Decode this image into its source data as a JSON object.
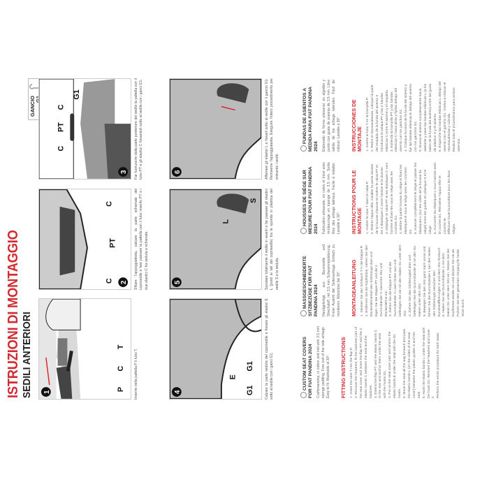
{
  "header": {
    "title": "ISTRUZIONI DI MONTAGGIO",
    "subtitle": "SEDILI ANTERIORI",
    "hook_label_1": "GANCIO",
    "hook_label_2": "G1"
  },
  "colors": {
    "accent": "#d42a31",
    "text": "#222222"
  },
  "panels": [
    {
      "number": "1",
      "labels": [
        "T",
        "C",
        "P"
      ],
      "caption": "Inserire nella pattella P il tubo T."
    },
    {
      "number": "2",
      "labels": [
        "C",
        "PT",
        "C"
      ],
      "caption": "Sfilare l'appoggiatesta, calzare la parte schienale del coprisedile e fare passare la pattella con il tubo inserito PT e i due elastici C tra seduta e schienale."
    },
    {
      "number": "3",
      "labels": [
        "C",
        "PT",
        "C",
        "G1"
      ],
      "caption": "Far fuoriuscire dalla parte posteriore del sedile la pattella con il tubo PT e gli elastici C fissandoli sotto al sedile con i ganci G1."
    },
    {
      "number": "4",
      "labels": [
        "E",
        "G1",
        "G1"
      ],
      "caption": "Calzare la parte seduta del coprisedile e fissare gli elastici E sotto al sedile con i ganci G1."
    },
    {
      "number": "5",
      "labels": [
        "S",
        "L"
      ],
      "caption": "Spostare totalmente il sedile in avanti e far passare gli elastici L (posti ai lati del coprisedile) tra le sponde in plastica del sedile S e la seduta."
    },
    {
      "number": "6",
      "labels": [],
      "caption": "Afferrare gli elastici L e fissarli sotto al sedile con il gancio G1. Reinserire l'appoggiatesta. Eseguire l'intero procedimento per entrambi i sedili."
    }
  ],
  "languages": [
    {
      "flag": "uk-flag",
      "heading": "CUSTOM SEAT COVERS FOR FIAT PANDINA 2024",
      "intro": "Craftsmanship, in cotton and knit with 3.5 mm sponge padding. Free exit of the side airbags. Easy to fit. Washable at 30°.",
      "instructions_title": "FITTING INSTRUCTIONS",
      "steps": [
        "1. Insert the tube T into the flap P.",
        "2. Remove the headrest, fit the backrest part of the seat cover and insert the flap PT and the 2 elastic bands C between the seat and the backrest.",
        "3. Extend the flap PT and the elastic bands C to the rear and anchor them under the seat with the hooks G1.",
        "4. Put on the seat cover part and anchor the elastic bands E under the seat with the G1 hooks.",
        "5. Move the seat all the way forward and pass the elastic bands L (on the sides of the seat cover) between the plastic guides S and the seat.",
        "6. Hook the elastic bands L under the seat with the hook G1. Reinsert the headrest and cover it.",
        "Perform the entire procedure for both seats."
      ]
    },
    {
      "flag": "de-flag",
      "heading": "MASSGESCHNEIDERTE SITZBEZÜGE FÜR FIAT PANDINA 2024",
      "intro": "Handgefertigt, aus Baumwolle und Strechstoff, mit 3,5 mm Schwammpolsterung. Freier Austritt der Seitenairbags. Einfach zu montieren. Waschbar bei 30°.",
      "instructions_title": "MONTAGEANLEITUNG",
      "steps": [
        "1. Stecken Sie den Schlauch T in die Klappe P.",
        "2. Entfernen Sie die Kopfstütze, ziehen Sie den Rückenlehnenteil des Sitzbezugs über und legen Sie die Klappe PT und die 2 Gummibänder C zwischen Sitz und Rückenlehne ein.",
        "3. Ziehen Sie die Klappe PT und die Gummibänder C nach hinten aus und befestigen Sie sie mit den Haken G1 unter dem Sitz.",
        "4. Ziehen Sie das Sitzbezugteil über und befestigen Sie die Gummibänder E mit den G1-Haken unter dem Sitz.",
        "5. Bewegen Sie den Sitz ganz nach vorne und führen Sie die Gummibänder L (an den Seiten des Sitzbezugs) zwischen den Kunststoffführungen S und dem Sitz hindurch.",
        "6. Haken Sie die Gummibänder L mit dem Haken G1 unter dem Sitz ein. Setzen Sie die Kopfstütze wieder ein und decken Sie sie ab.",
        "Führen Sie den gesamten Vorgang für beide Sitze durch."
      ]
    },
    {
      "flag": "fr-flag",
      "heading": "HOUSSES DE SIÈGE SUR MESURE POUR FIAT PANDINA 2024",
      "intro": "Fabrication artisanale, en coton et tricot avec rembourrage en éponge de 3,5 mm. Sortie libre des airbags latéraux. Facile à installer. Lavable à 30°.",
      "instructions_title": "INSTRUCTIONS POUR LE MONTAGE",
      "steps": [
        "1. Insérer le tube T dans le rabat P.",
        "2. Retirer l'appui-tête, installer la partie dossier de la housse d'assise et insérer le rabat PT et les 2 élastiques C entre l'assise et le dossier.",
        "3. Déployer le rabat PT et les élastiques C vers l'arrière et fixez-les sous le siège avec les crochets G1.",
        "4. Mettre la partie housse du siège et fixez les élastiques E sous le siège avec les crochets G1.",
        "5. Avancer complètement le siège et passer les élastiques L (sur les côtés de la housse du siège) entre les guides en plastique S et le siège.",
        "6. Accrocher les élastiques L sous l'assise avec le crochet G1. Réinsérer l'appui-tête et couvrez-le.",
        "Effectuer toute la procédure pour les deux sièges."
      ]
    },
    {
      "flag": "es-flag",
      "heading": "FUNDAS DE ASIENTOS A MEDIDA PARA FIAT PANDINA 2024",
      "intro": "Elaborado de forma artesanal, en algodón y punto con guata de esponja de 3,5 mm. Libre salida de los airbags laterales. Fácil de colocar. Lavable a 30°.",
      "instructions_title": "INSTRUCCIONES DE MONTAJE",
      "steps": [
        "1. Inserte el tubo T en la trampilla P.",
        "2. Retire el reposacabezas, coloque la parte del respaldo de la funda del asiento e introduzca la solapa PT y las 2 bandas elásticas C entre el asiento y el respaldo.",
        "3. Extienda la trampilla PT y las bandas elásticas C hacia atrás y fíjelas debajo del asiento con los ganchos G1.",
        "4. Coloque la pieza de la funda del asiento y fije las bandas elásticas E debajo del asiento con los ganchos G1.",
        "5. Mueva el asiento completamente hacia adelante y pase las bandas elásticas L (a los lados de la funda del asiento) entre las guías de plástico S y el asiento.",
        "6. Enganche las bandas elásticas L debajo del asiento con el gancho G1. Vuelva a colocar el reposacabezas y cúbralo.",
        "Realice todo el procedimiento para ambos asientos."
      ]
    }
  ]
}
